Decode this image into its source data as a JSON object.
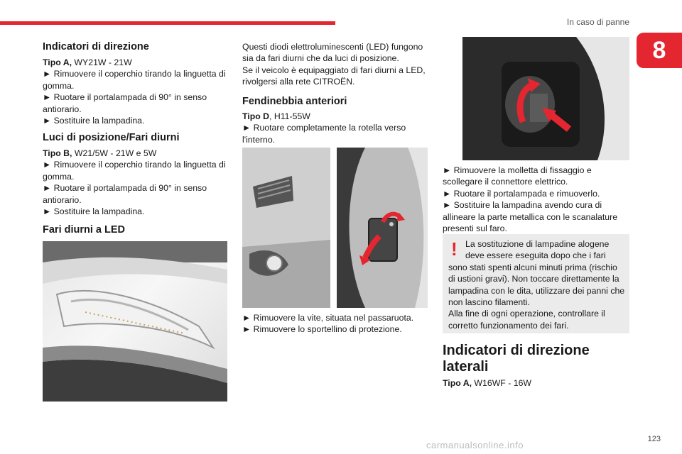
{
  "header": {
    "title": "In caso di panne",
    "chapter": "8",
    "page": "123"
  },
  "watermark": "carmanualsonline.info",
  "col1": {
    "h1": "Indicatori di direzione",
    "b1_label": "Tipo A,",
    "b1_spec": " WY21W - 21W",
    "b1_steps": [
      "► Rimuovere il coperchio tirando la linguetta di gomma.",
      "► Ruotare il portalampada di 90° in senso antiorario.",
      "► Sostituire la lampadina."
    ],
    "h2": "Luci di posizione/Fari diurni",
    "b2_label": "Tipo B,",
    "b2_spec": " W21/5W - 21W e 5W",
    "b2_steps": [
      "► Rimuovere il coperchio tirando la linguetta di gomma.",
      "► Ruotare il portalampada di 90° in senso antiorario.",
      "► Sostituire la lampadina."
    ],
    "h3": "Fari diurni a LED"
  },
  "col2": {
    "intro": [
      "Questi diodi elettroluminescenti (LED) fungono sia da fari diurni che da luci di posizione.",
      "Se il veicolo è equipaggiato di fari diurni a LED, rivolgersi alla rete CITROËN."
    ],
    "h1": "Fendinebbia anteriori",
    "b1_label": "Tipo D",
    "b1_spec": ", H11-55W",
    "b1_steps": [
      "► Ruotare completamente la rotella verso l'interno."
    ],
    "b2_steps": [
      "► Rimuovere la vite, situata nel passaruota.",
      "► Rimuovere lo sportellino di protezione."
    ]
  },
  "col3": {
    "steps": [
      "► Rimuovere la molletta di fissaggio e scollegare il connettore elettrico.",
      "► Ruotare il portalampada e rimuoverlo.",
      "► Sostituire la lampadina avendo cura di allineare la parte metallica con le scanalature presenti sul faro."
    ],
    "warning": {
      "icon": "!",
      "first": "La sostituzione di lampadine alogene deve essere eseguita dopo che i fari",
      "rest": "sono stati spenti alcuni minuti prima (rischio di ustioni gravi). Non toccare direttamente la lampadina con le dita, utilizzare dei panni che non lascino filamenti.",
      "last": "Alla fine di ogni operazione, controllare il corretto funzionamento dei fari."
    },
    "big_heading": "Indicatori di direzione laterali",
    "tipo_label": "Tipo A,",
    "tipo_spec": " W16WF - 16W"
  },
  "colors": {
    "accent": "#e3262f",
    "warning_bg": "#ebebeb"
  }
}
